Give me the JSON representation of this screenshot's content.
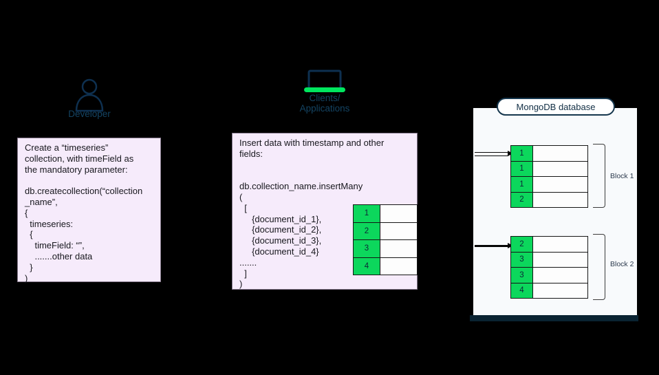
{
  "developer": {
    "label": "Developer"
  },
  "clients": {
    "label": "Clients/\nApplications"
  },
  "create_block": {
    "text": "Create a “timeseries”\ncollection, with timeField as\nthe mandatory parameter:\n\ndb.createcollection(“collection\n_name”,\n{\n  timeseries:\n  {\n    timeField: “”,\n    .......other data\n  }\n)"
  },
  "insert_block": {
    "text": "Insert data with timestamp and other\nfields:\n\n\ndb.collection_name.insertMany\n(\n  [\n     {document_id_1},\n     {document_id_2},\n     {document_id_3},\n     {document_id_4}\n.......\n  ]\n)",
    "table_rows": [
      "1",
      "2",
      "3",
      "4"
    ]
  },
  "database": {
    "title": "MongoDB database",
    "block1": {
      "label": "Block 1",
      "rows": [
        "1",
        "1",
        "1",
        "2"
      ]
    },
    "block2": {
      "label": "Block 2",
      "rows": [
        "2",
        "3",
        "3",
        "4"
      ]
    }
  },
  "colors": {
    "background": "#000000",
    "panel_pink": "#f6ebfb",
    "accent_green": "#0cd75c",
    "laptop_green": "#00e65e",
    "icon_navy": "#0e3050",
    "db_panel": "#f8fafc",
    "db_footer": "#0a2332"
  }
}
